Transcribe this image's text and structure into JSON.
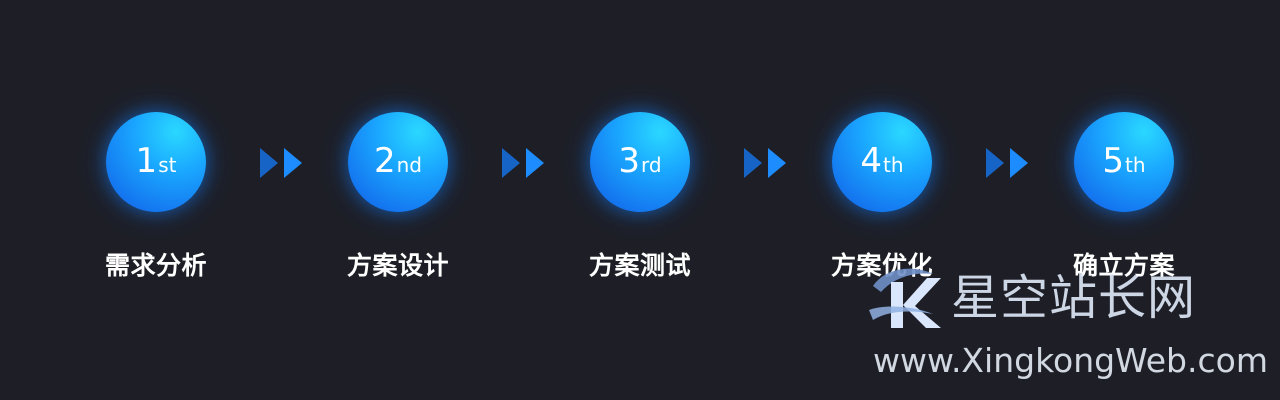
{
  "steps": [
    {
      "number": "1",
      "suffix": "st",
      "label": "需求分析"
    },
    {
      "number": "2",
      "suffix": "nd",
      "label": "方案设计"
    },
    {
      "number": "3",
      "suffix": "rd",
      "label": "方案测试"
    },
    {
      "number": "4",
      "suffix": "th",
      "label": "方案优化"
    },
    {
      "number": "5",
      "suffix": "th",
      "label": "确立方案"
    }
  ],
  "watermark": {
    "name": "星空站长网",
    "url": "www.XingkongWeb.com"
  },
  "colors": {
    "background": "#1e1f26",
    "circle_light": "#2ad8ff",
    "circle_dark": "#1476ef",
    "arrow_light": "#1d8cff",
    "arrow_dark": "#1664c6",
    "text": "#ffffff"
  },
  "icons": {
    "connector": "double-chevron-right-icon",
    "watermark_logo": "xingkong-logo-icon"
  }
}
